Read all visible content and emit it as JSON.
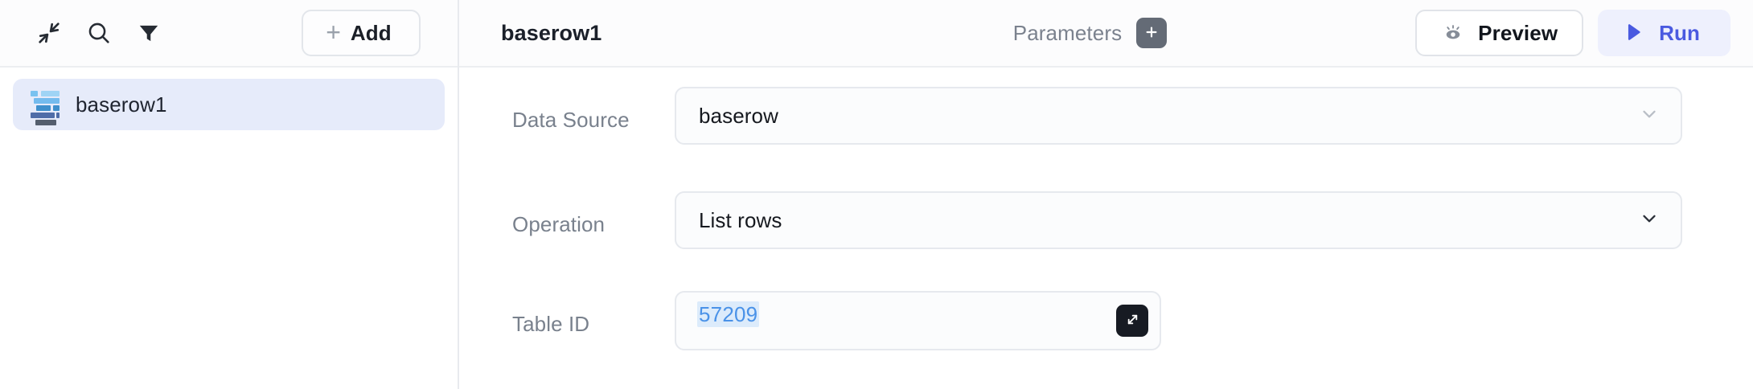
{
  "sidebar": {
    "toolbar": {
      "collapse_icon": "collapse-arrows-icon",
      "search_icon": "search-icon",
      "filter_icon": "filter-funnel-icon",
      "add_label": "Add",
      "add_plus_glyph": "+"
    },
    "tree": {
      "items": [
        {
          "label": "baserow1",
          "icon": "baserow-logo-icon",
          "selected": true
        }
      ]
    }
  },
  "header": {
    "title": "baserow1",
    "parameters_label": "Parameters",
    "parameters_add_icon": "plus-icon",
    "preview_label": "Preview",
    "preview_icon": "eye-preview-icon",
    "run_label": "Run",
    "run_icon": "play-triangle-icon"
  },
  "form": {
    "rows": [
      {
        "label": "Data Source",
        "type": "select",
        "value": "baserow",
        "chevron_icon": "chevron-down-icon"
      },
      {
        "label": "Operation",
        "type": "select",
        "value": "List rows",
        "chevron_icon": "chevron-down-icon"
      },
      {
        "label": "Table ID",
        "type": "text",
        "value": "57209",
        "expand_icon": "expand-diagonal-icon"
      }
    ]
  },
  "colors": {
    "accent_blue": "#4a5ae0",
    "run_bg": "#eef0fd",
    "selected_item_bg": "#e6ebfa",
    "token_blue": "#4a92e8",
    "token_highlight": "#dcebfb",
    "label_gray": "#79818d",
    "border_gray": "#e6e9ee",
    "dark_chip": "#171b23"
  }
}
